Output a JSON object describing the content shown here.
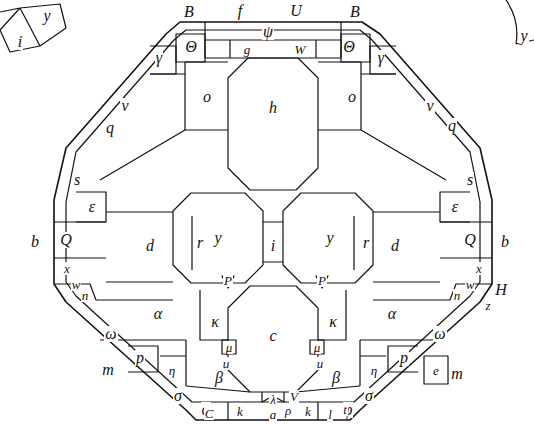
{
  "diagram": {
    "labels": [
      "y",
      "i",
      "y",
      "B",
      "f",
      "U",
      "B",
      "Θ",
      "ψ",
      "Θ",
      "g",
      "W",
      "γ",
      "γ",
      "q",
      "q",
      "ν",
      "o",
      "h",
      "o",
      "ν",
      "s",
      "s",
      "ε",
      "ε",
      "Q",
      "Q",
      "b",
      "b",
      "d",
      "r",
      "y",
      "i",
      "y",
      "r",
      "d",
      "x",
      "x",
      "P",
      "P",
      "w",
      "w",
      "n",
      "n",
      "H",
      "z",
      "α",
      "α",
      "ω",
      "ω",
      "κ",
      "c",
      "κ",
      "μ",
      "μ",
      "p",
      "p",
      "u",
      "u",
      "m",
      "η",
      "η",
      "e",
      "m",
      "β",
      "β",
      "σ",
      "φ",
      "V",
      "φ",
      "σ",
      "λ",
      "k",
      "ρ",
      "k",
      "C",
      "a",
      "l",
      "t"
    ]
  }
}
